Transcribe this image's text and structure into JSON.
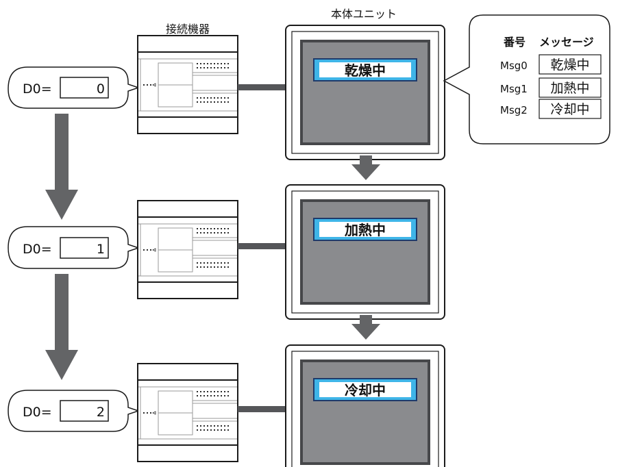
{
  "headings": {
    "device": "接続機器",
    "unit": "本体ユニット"
  },
  "d0_label": "D0=",
  "steps": [
    {
      "value": "0",
      "message": "乾燥中"
    },
    {
      "value": "1",
      "message": "加熱中"
    },
    {
      "value": "2",
      "message": "冷却中"
    }
  ],
  "message_table": {
    "header_number": "番号",
    "header_message": "メッセージ",
    "rows": [
      {
        "key": "Msg0",
        "value": "乾燥中"
      },
      {
        "key": "Msg1",
        "value": "加熱中"
      },
      {
        "key": "Msg2",
        "value": "冷却中"
      }
    ]
  },
  "colors": {
    "arrow": "#636466",
    "panel_frame": "#ffffff",
    "screen_fill": "#8a8b8e",
    "screen_border": "#46474a",
    "message_fill": "#3fb5e8",
    "message_border": "#1f3a6a",
    "link": "#555659"
  }
}
